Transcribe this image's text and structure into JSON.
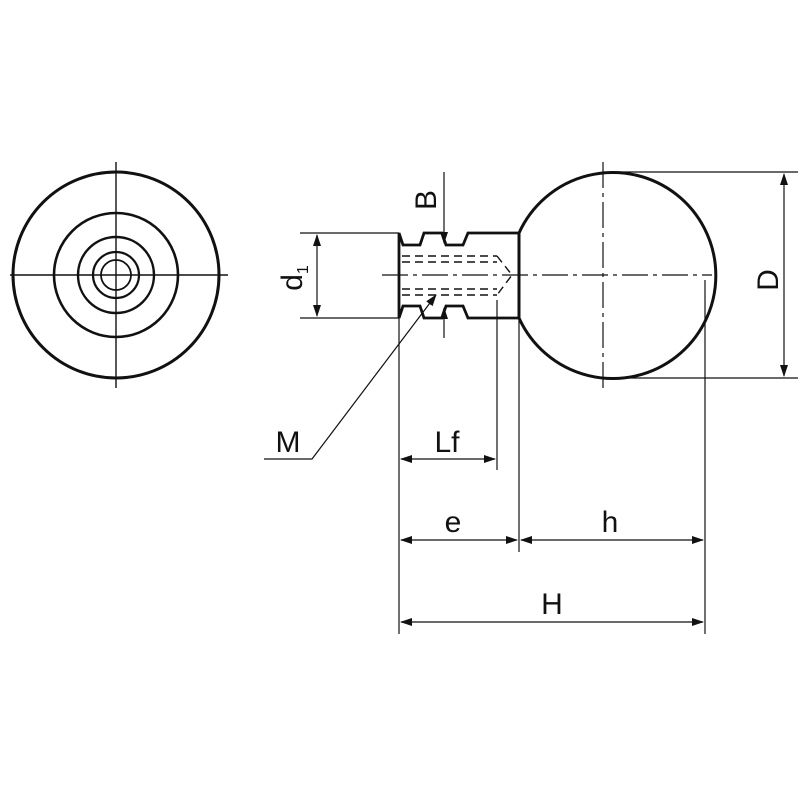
{
  "labels": {
    "B": "B",
    "d": "d",
    "d_sub": "1",
    "D": "D",
    "M": "M",
    "Lf": "Lf",
    "e": "e",
    "h": "h",
    "H": "H"
  },
  "colors": {
    "line": "#111111",
    "background": "#ffffff"
  }
}
